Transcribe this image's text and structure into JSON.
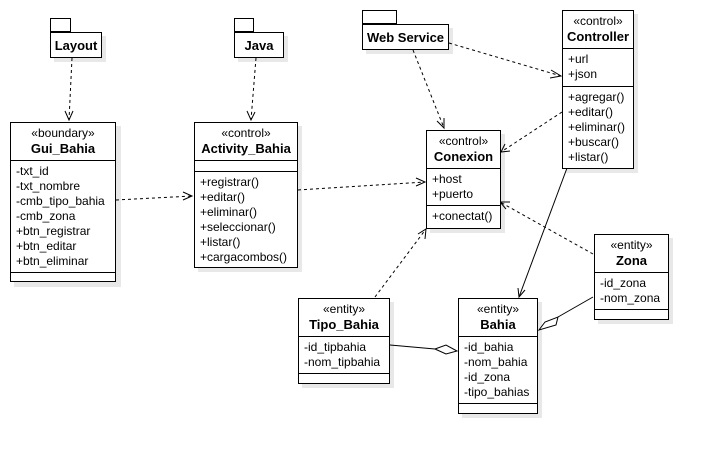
{
  "packages": {
    "layout": {
      "name": "Layout"
    },
    "java": {
      "name": "Java"
    },
    "webservice": {
      "name": "Web Service"
    }
  },
  "classes": {
    "gui_bahia": {
      "stereotype": "«boundary»",
      "name": "Gui_Bahia",
      "attributes": [
        "-txt_id",
        "-txt_nombre",
        "-cmb_tipo_bahia",
        "-cmb_zona",
        "+btn_registrar",
        "+btn_editar",
        "+btn_eliminar"
      ],
      "operations": []
    },
    "activity_bahia": {
      "stereotype": "«control»",
      "name": "Activity_Bahia",
      "attributes": [],
      "operations": [
        "+registrar()",
        "+editar()",
        "+eliminar()",
        "+seleccionar()",
        "+listar()",
        "+cargacombos()"
      ]
    },
    "conexion": {
      "stereotype": "«control»",
      "name": "Conexion",
      "attributes": [
        "+host",
        "+puerto"
      ],
      "operations": [
        "+conectat()"
      ]
    },
    "controller": {
      "stereotype": "«control»",
      "name": "Controller",
      "attributes": [
        "+url",
        "+json"
      ],
      "operations": [
        "+agregar()",
        "+editar()",
        "+eliminar()",
        "+buscar()",
        "+listar()"
      ]
    },
    "zona": {
      "stereotype": "«entity»",
      "name": "Zona",
      "attributes": [
        "-id_zona",
        "-nom_zona"
      ],
      "operations": []
    },
    "tipo_bahia": {
      "stereotype": "«entity»",
      "name": "Tipo_Bahia",
      "attributes": [
        "-id_tipbahia",
        "-nom_tipbahia"
      ],
      "operations": []
    },
    "bahia": {
      "stereotype": "«entity»",
      "name": "Bahia",
      "attributes": [
        "-id_bahia",
        "-nom_bahia",
        "-id_zona",
        "-tipo_bahias"
      ],
      "operations": []
    }
  }
}
